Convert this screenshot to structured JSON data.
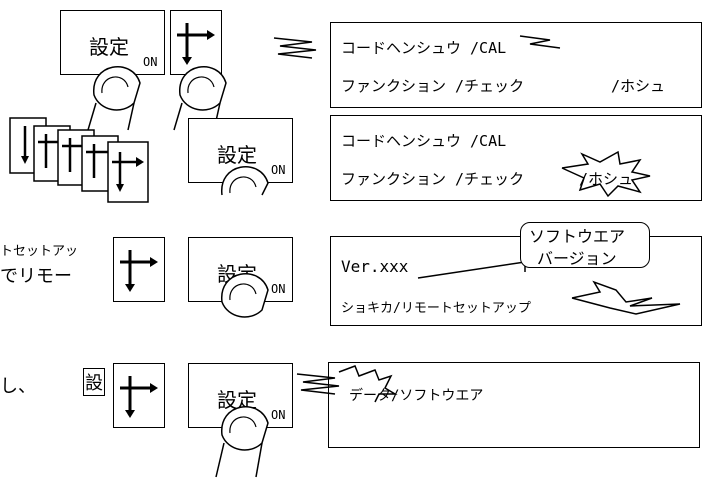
{
  "buttons": {
    "settei_label": "設定",
    "on_label": "ON"
  },
  "row1": {
    "lcd_line1": "コードヘンシュウ /CAL",
    "lcd_line2": "ファンクション /チェック",
    "lcd_line2b": "/ホシュ"
  },
  "row2": {
    "lcd_line1": "コードヘンシュウ /CAL",
    "lcd_line2": "ファンクション /チェック",
    "lcd_line2b": "/ホシュ"
  },
  "row3": {
    "left_text_1": "トセットアッ",
    "left_text_2": "でリモー",
    "lcd_line1": "Ver.xxx",
    "lcd_line2": "ショキカ/リモートセットアップ",
    "callout_line1": "ソフトウエア",
    "callout_line2": "バージョン"
  },
  "row4": {
    "left_text": "し、",
    "left_text_boxed": "設",
    "lcd_line1": "データ/ソフトウエア"
  }
}
